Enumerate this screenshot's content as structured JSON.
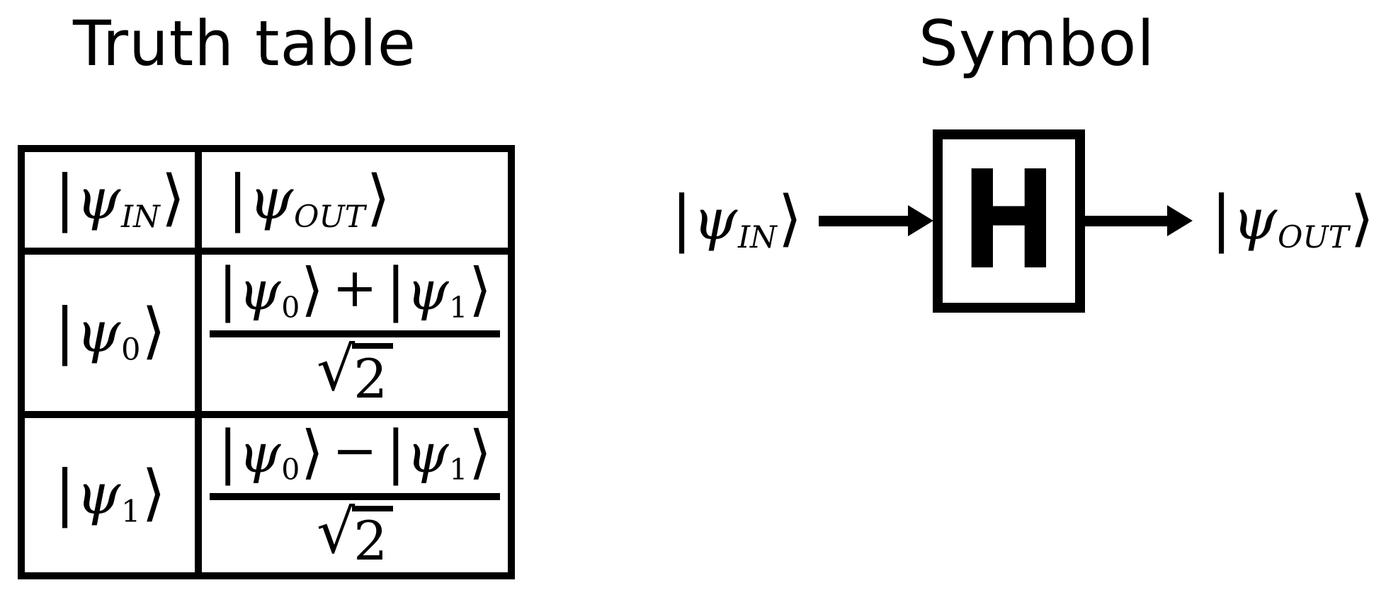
{
  "titles": {
    "truth_table": "Truth table",
    "symbol": "Symbol"
  },
  "glyphs": {
    "bar": "|",
    "psi": "ψ",
    "rangle": "⟩",
    "plus": "+",
    "minus": "−",
    "radical": "√",
    "radicand": "2"
  },
  "subscripts": {
    "in": "IN",
    "out": "OUT",
    "zero": "0",
    "one": "1"
  },
  "gate": {
    "label": "H"
  },
  "truth_table_summary": {
    "columns": [
      "|ψ_IN⟩",
      "|ψ_OUT⟩"
    ],
    "rows": [
      {
        "input": "|ψ_0⟩",
        "output": "(|ψ_0⟩ + |ψ_1⟩) / √2"
      },
      {
        "input": "|ψ_1⟩",
        "output": "(|ψ_0⟩ − |ψ_1⟩) / √2"
      }
    ]
  },
  "symbol_summary": {
    "input": "|ψ_IN⟩",
    "gate": "H",
    "output": "|ψ_OUT⟩"
  },
  "colors": {
    "ink": "#000000",
    "background": "#ffffff"
  }
}
